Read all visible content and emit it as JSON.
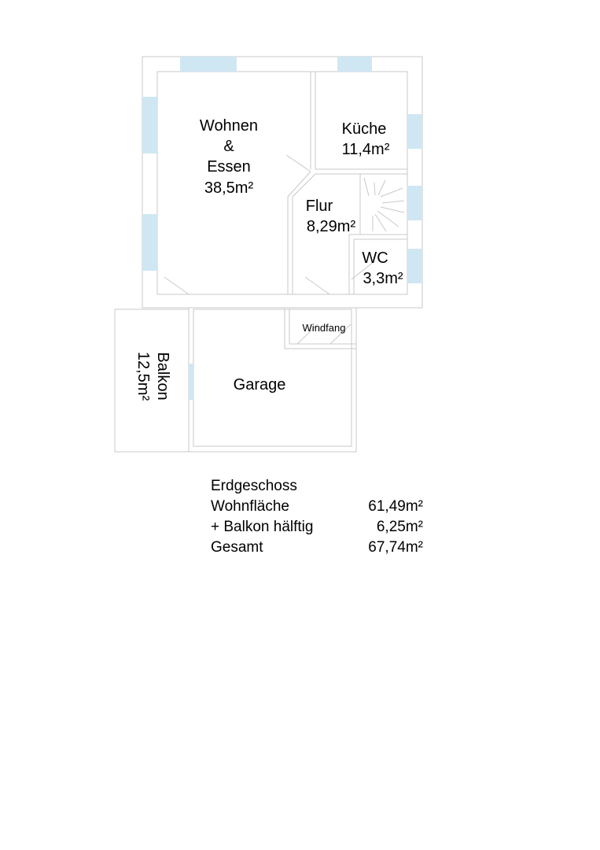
{
  "rooms": {
    "wohnen_line1": "Wohnen",
    "wohnen_line2": "&",
    "wohnen_line3": "Essen",
    "wohnen_area": "38,5m²",
    "kueche": "Küche",
    "kueche_area": "11,4m²",
    "flur": "Flur",
    "flur_area": "8,29m²",
    "wc": "WC",
    "wc_area": "3,3m²",
    "windfang": "Windfang",
    "garage": "Garage",
    "balkon": "Balkon",
    "balkon_area": "12,5m²"
  },
  "summary": {
    "heading": "Erdgeschoss",
    "rows": [
      {
        "label": "Wohnfläche",
        "value": "61,49m²"
      },
      {
        "label": "+ Balkon hälftig",
        "value": "6,25m²"
      },
      {
        "label": "Gesamt",
        "value": "67,74m²"
      }
    ]
  },
  "colors": {
    "wall": "#c8c8c8",
    "window": "#cfe7f3",
    "text": "#000000"
  }
}
